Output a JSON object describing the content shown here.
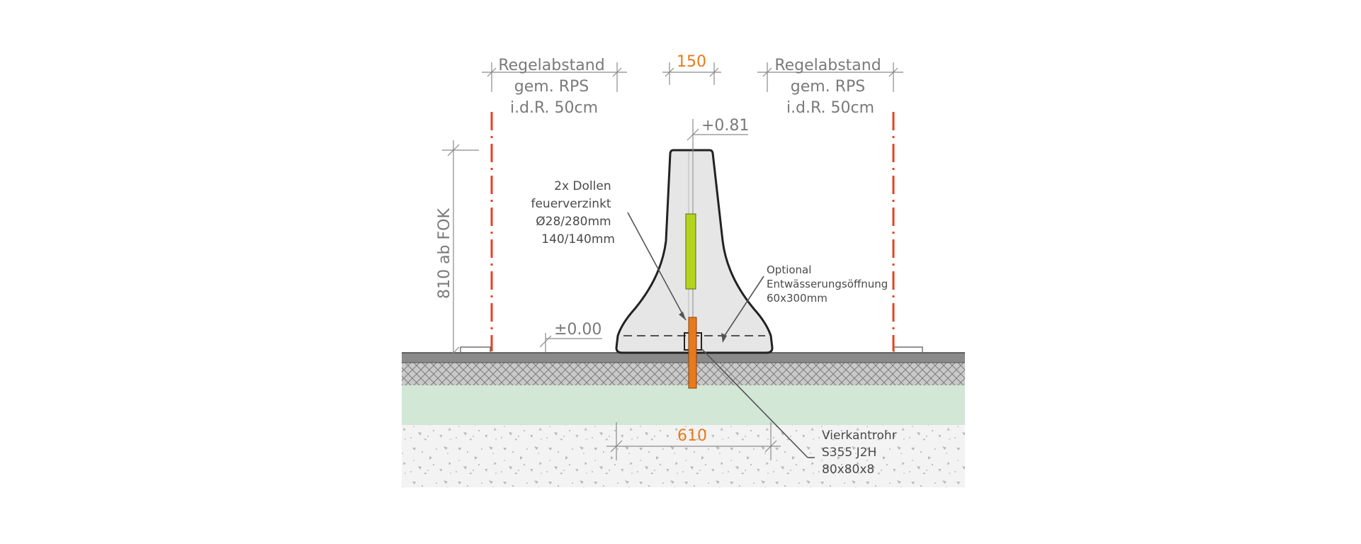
{
  "colors": {
    "accent_orange": "#e87a1a",
    "red_dashdot": "#e8421e",
    "reflector_green": "#b3d41c",
    "subbase_green": "#d3e7d6",
    "concrete_fill": "#e6e6e6",
    "asphalt": "#8a8a8a"
  },
  "dimensions": {
    "left_clearance": [
      "Regelabstand",
      "gem. RPS",
      "i.d.R. 50cm"
    ],
    "right_clearance": [
      "Regelabstand",
      "gem. RPS",
      "i.d.R. 50cm"
    ],
    "top_width": "150",
    "top_level": "+0.81",
    "zero_level": "±0.00",
    "height_label": "810 ab FOK",
    "base_width": "610"
  },
  "annotations": {
    "dowels": [
      "2x Dollen",
      "feuerverzinkt",
      "Ø28/280mm",
      "140/140mm"
    ],
    "drainage": [
      "Optional",
      "Entwässerungsöffnung",
      "60x300mm"
    ],
    "tube": [
      "Vierkantrohr",
      "S355 J2H",
      "80x80x8"
    ]
  }
}
